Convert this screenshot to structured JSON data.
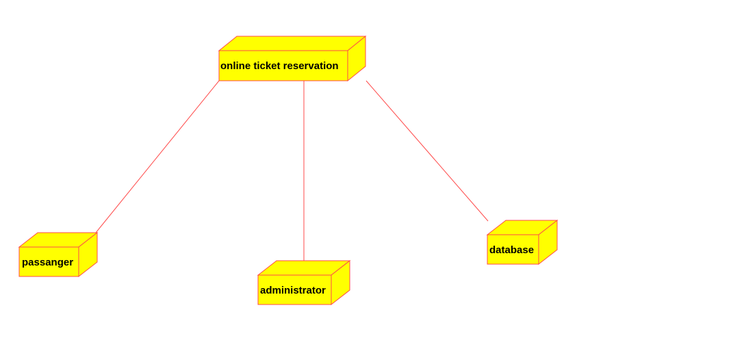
{
  "diagram": {
    "type": "deployment",
    "nodes": {
      "main": {
        "label": "online ticket reservation"
      },
      "passanger": {
        "label": "passanger"
      },
      "administrator": {
        "label": "administrator"
      },
      "database": {
        "label": "database"
      }
    },
    "connections": [
      {
        "from": "main",
        "to": "passanger"
      },
      {
        "from": "main",
        "to": "administrator"
      },
      {
        "from": "main",
        "to": "database"
      }
    ]
  },
  "colors": {
    "node_fill": "#ffff00",
    "node_stroke": "#ff4a4a",
    "line": "#ff4a4a",
    "text": "#000000",
    "background": "#ffffff"
  }
}
